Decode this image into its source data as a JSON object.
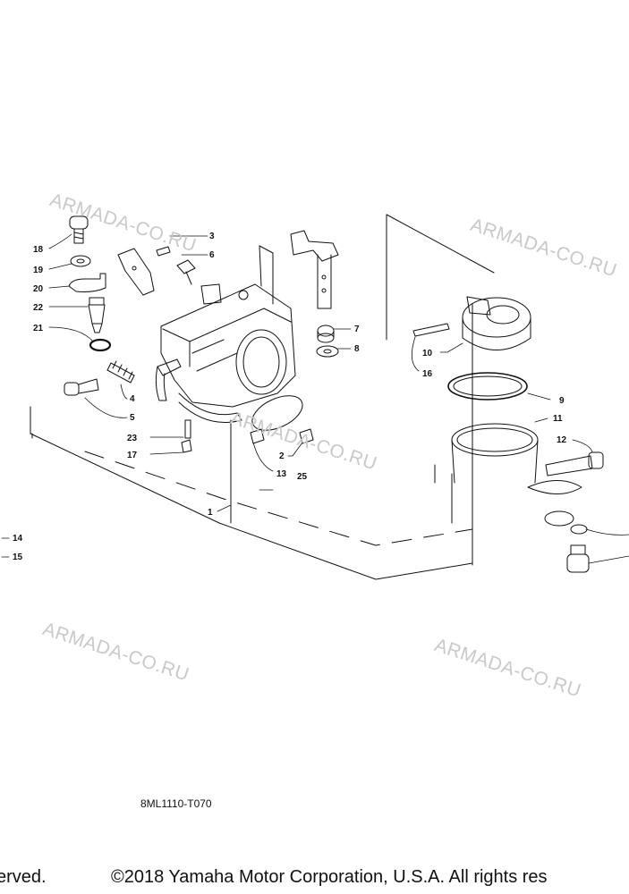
{
  "watermark_text": "ARMADA-CO.RU",
  "diagram_code": "8ML1110-T070",
  "copyright_left": "erved.",
  "copyright_right": "©2018 Yamaha Motor Corporation, U.S.A. All rights res",
  "callouts": {
    "n1": "1",
    "n2": "2",
    "n3": "3",
    "n4": "4",
    "n5": "5",
    "n6": "6",
    "n7": "7",
    "n8": "8",
    "n9": "9",
    "n10": "10",
    "n11": "11",
    "n12": "12",
    "n13": "13",
    "n14": "14",
    "n15": "15",
    "n16": "16",
    "n17": "17",
    "n18": "18",
    "n19": "19",
    "n20": "20",
    "n21": "21",
    "n22": "22",
    "n23": "23",
    "n25": "25"
  }
}
